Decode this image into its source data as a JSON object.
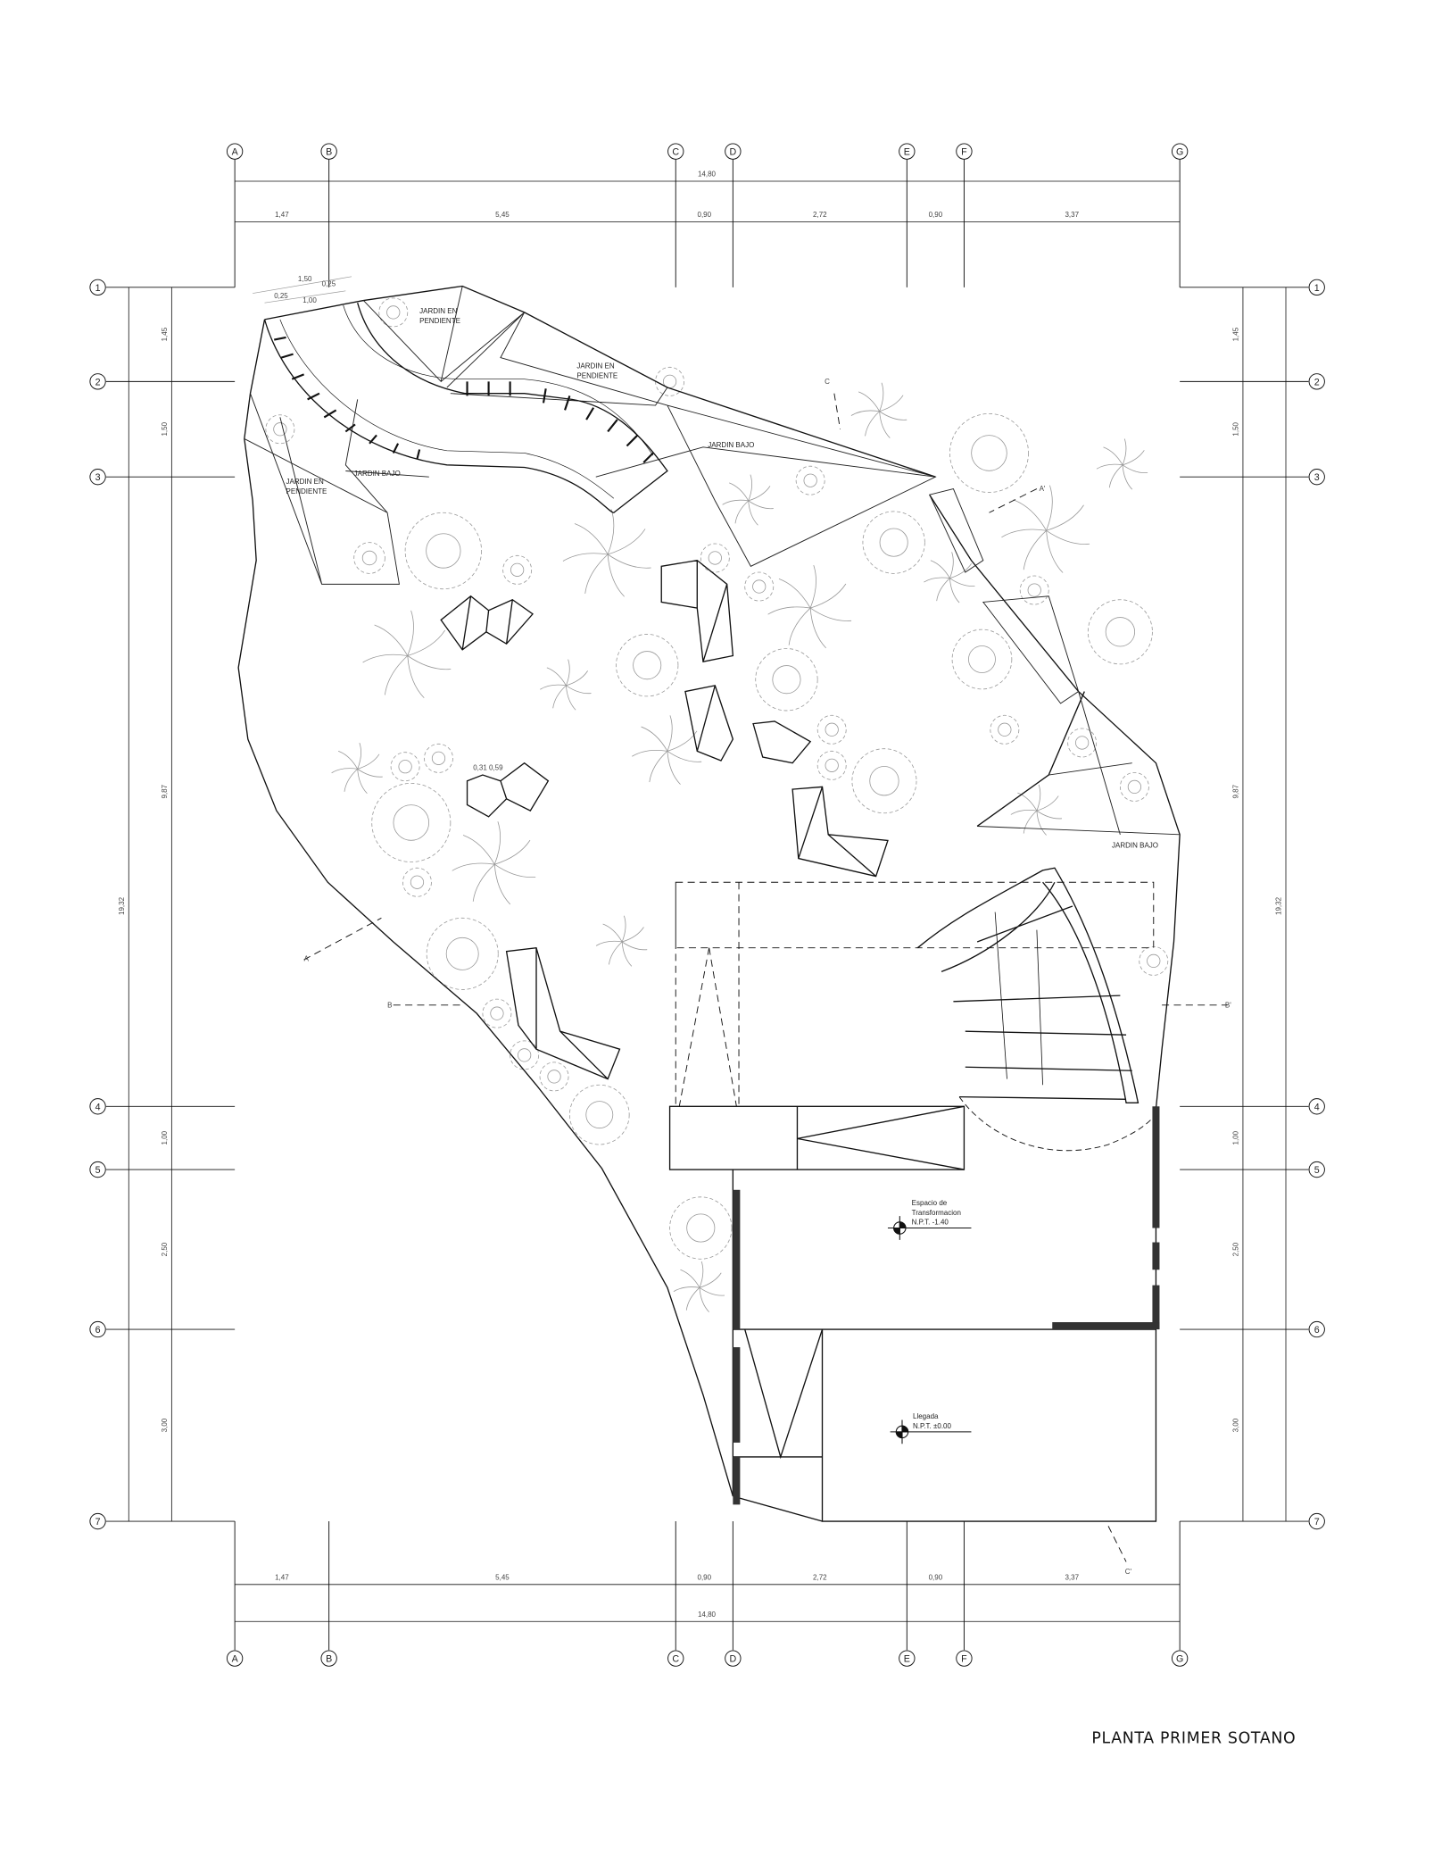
{
  "title": "PLANTA PRIMER SOTANO",
  "grid": {
    "columns": [
      "A",
      "B",
      "C",
      "D",
      "E",
      "F",
      "G"
    ],
    "rows": [
      "1",
      "2",
      "3",
      "4",
      "5",
      "6",
      "7"
    ]
  },
  "dimensions": {
    "horizontal_total": "14,80",
    "horizontal_segments": [
      "1,47",
      "5,45",
      "0,90",
      "2,72",
      "0,90",
      "3,37"
    ],
    "vertical_total": "19,32",
    "vertical_segments": [
      "1,45",
      "1,50",
      "9,87",
      "1,00",
      "2,50",
      "3,00"
    ]
  },
  "stair_dims": [
    "1,50",
    "0,25",
    "1,00",
    "0,25"
  ],
  "small_dims": "0,31  0,59",
  "zones": [
    "JARDIN EN",
    "PENDIENTE",
    "JARDIN EN",
    "PENDIENTE",
    "JARDIN EN",
    "PENDIENTE",
    "JARDIN BAJO",
    "JARDIN BAJO",
    "JARDIN BAJO"
  ],
  "rooms": [
    {
      "name_l1": "Espacio de",
      "name_l2": "Transformacion",
      "level": "N.P.T. -1.40"
    },
    {
      "name_l1": "Llegada",
      "level": "N.P.T. ±0.00"
    }
  ],
  "sections": [
    "A",
    "A'",
    "B",
    "B'",
    "C",
    "C'"
  ]
}
